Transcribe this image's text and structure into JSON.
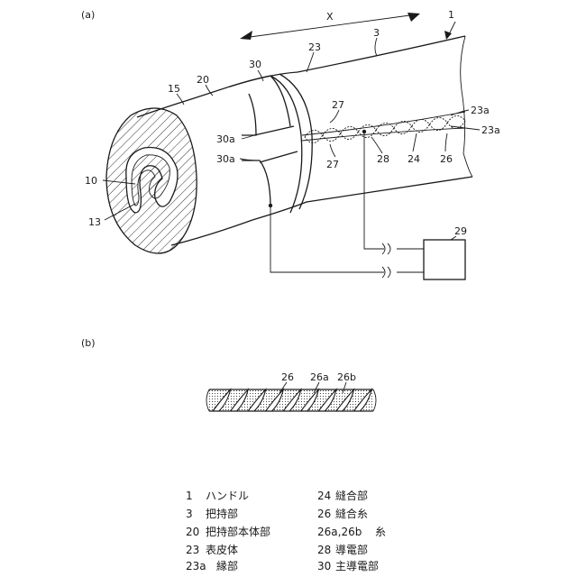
{
  "panel_a": {
    "panel_label": "(a)",
    "labels": {
      "x_dir": "X",
      "l1": "1",
      "l3": "3",
      "l23": "23",
      "l30": "30",
      "l20": "20",
      "l15": "15",
      "l27_top": "27",
      "l27_bot": "27",
      "l23a_top": "23a",
      "l23a_bot": "23a",
      "l30a_top": "30a",
      "l30a_bot": "30a",
      "l28": "28",
      "l24": "24",
      "l26": "26",
      "l10": "10",
      "l13": "13",
      "l29": "29"
    }
  },
  "panel_b": {
    "panel_label": "(b)",
    "labels": {
      "l26": "26",
      "l26a": "26a",
      "l26b": "26b"
    }
  },
  "legend": {
    "left": [
      {
        "num": "1",
        "text": "ハンドル"
      },
      {
        "num": "3",
        "text": "把持部"
      },
      {
        "num": "20",
        "text": "把持部本体部"
      },
      {
        "num": "23",
        "text": "表皮体"
      },
      {
        "num": "23a",
        "text": "縁部"
      }
    ],
    "right": [
      {
        "num": "24",
        "text": "縫合部"
      },
      {
        "num": "26",
        "text": "縫合糸"
      },
      {
        "num": "26a,26b",
        "text": "糸"
      },
      {
        "num": "28",
        "text": "導電部"
      },
      {
        "num": "30",
        "text": "主導電部"
      }
    ]
  }
}
